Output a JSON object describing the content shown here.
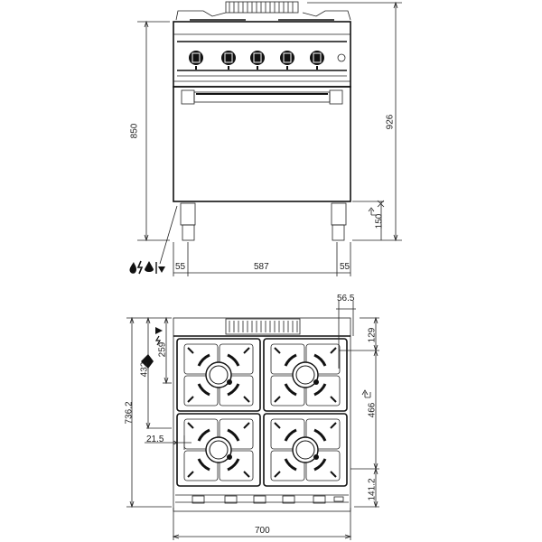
{
  "drawing": {
    "type": "technical-dimension-drawing",
    "subject": "4-burner gas range with oven",
    "views": [
      "front-view",
      "top-view"
    ]
  },
  "front_view": {
    "dimensions": {
      "body_height": "850",
      "total_height": "926",
      "leg_height": "150",
      "left_offset": "55",
      "inner_width": "587",
      "right_offset": "55"
    },
    "knob_count": 5,
    "connection_icons": [
      "water-icon",
      "electric-icon",
      "gas-icon",
      "drain-icon"
    ]
  },
  "top_view": {
    "dimensions": {
      "depth_total": "736.2",
      "gas_connection_depth": "432",
      "electric_connection_depth": "259",
      "rear_offset": "56.5",
      "top_to_burner": "129",
      "burner_spacing": "466",
      "front_to_burner": "141.2",
      "side_offset": "21.5",
      "width": "700"
    },
    "burner_count": 4
  }
}
